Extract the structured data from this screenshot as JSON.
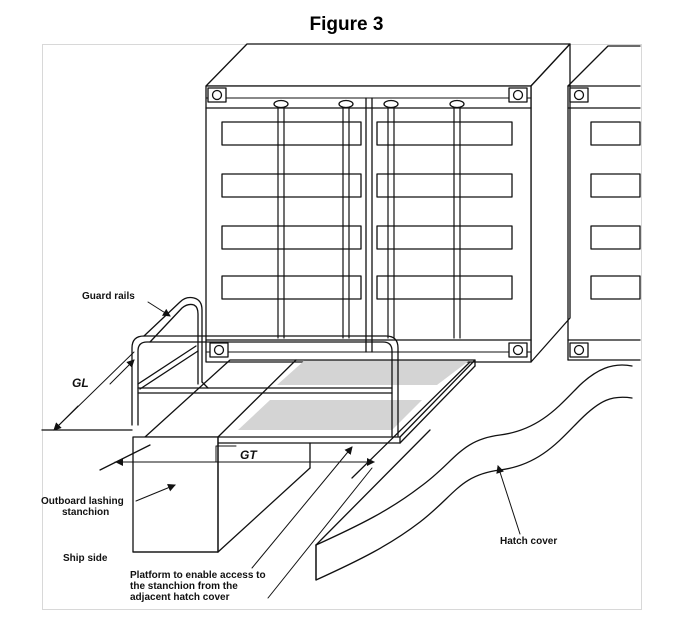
{
  "figure": {
    "title": "Figure 3"
  },
  "labels": {
    "guard_rails": "Guard rails",
    "gl": "GL",
    "gt": "GT",
    "outboard_line1": "Outboard lashing",
    "outboard_line2": "stanchion",
    "ship_side": "Ship side",
    "hatch_cover": "Hatch cover",
    "platform_line1": "Platform to enable access to",
    "platform_line2": "the stanchion from the",
    "platform_line3": "adjacent hatch cover"
  },
  "colors": {
    "line": "#111111",
    "platform_fill": "#d4d4d4",
    "frame": "#d8d8d8"
  }
}
